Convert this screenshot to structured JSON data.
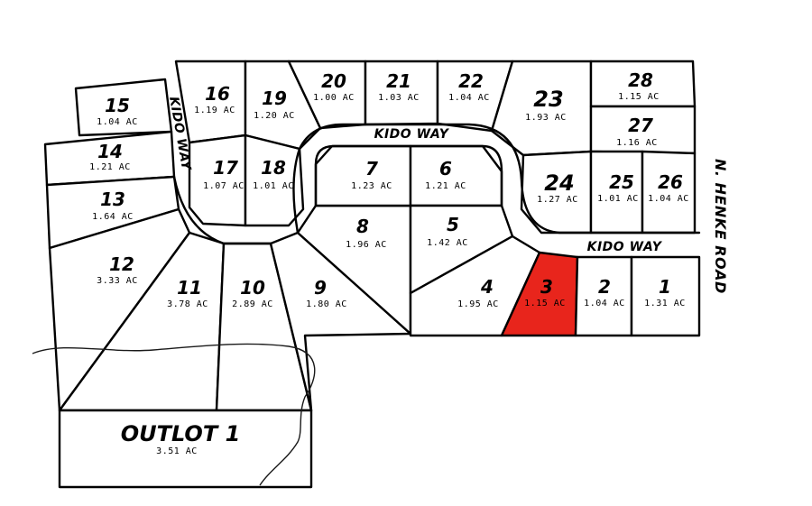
{
  "highlight_color": "#e8251c",
  "streets": {
    "kido_way_top": "KIDO WAY",
    "kido_way_left": "KIDO WAY",
    "kido_way_right": "KIDO WAY",
    "henke_road": "N. HENKE ROAD"
  },
  "lots": [
    {
      "id": "lot-1",
      "number": "1",
      "acres": "1.31 AC",
      "selected": false
    },
    {
      "id": "lot-2",
      "number": "2",
      "acres": "1.04 AC",
      "selected": false
    },
    {
      "id": "lot-3",
      "number": "3",
      "acres": "1.15 AC",
      "selected": true
    },
    {
      "id": "lot-4",
      "number": "4",
      "acres": "1.95 AC",
      "selected": false
    },
    {
      "id": "lot-5",
      "number": "5",
      "acres": "1.42 AC",
      "selected": false
    },
    {
      "id": "lot-6",
      "number": "6",
      "acres": "1.21 AC",
      "selected": false
    },
    {
      "id": "lot-7",
      "number": "7",
      "acres": "1.23 AC",
      "selected": false
    },
    {
      "id": "lot-8",
      "number": "8",
      "acres": "1.96 AC",
      "selected": false
    },
    {
      "id": "lot-9",
      "number": "9",
      "acres": "1.80 AC",
      "selected": false
    },
    {
      "id": "lot-10",
      "number": "10",
      "acres": "2.89 AC",
      "selected": false
    },
    {
      "id": "lot-11",
      "number": "11",
      "acres": "3.78 AC",
      "selected": false
    },
    {
      "id": "lot-12",
      "number": "12",
      "acres": "3.33 AC",
      "selected": false
    },
    {
      "id": "lot-13",
      "number": "13",
      "acres": "1.64 AC",
      "selected": false
    },
    {
      "id": "lot-14",
      "number": "14",
      "acres": "1.21 AC",
      "selected": false
    },
    {
      "id": "lot-15",
      "number": "15",
      "acres": "1.04 AC",
      "selected": false
    },
    {
      "id": "lot-16",
      "number": "16",
      "acres": "1.19 AC",
      "selected": false
    },
    {
      "id": "lot-17",
      "number": "17",
      "acres": "1.07 AC",
      "selected": false
    },
    {
      "id": "lot-18",
      "number": "18",
      "acres": "1.01 AC",
      "selected": false
    },
    {
      "id": "lot-19",
      "number": "19",
      "acres": "1.20 AC",
      "selected": false
    },
    {
      "id": "lot-20",
      "number": "20",
      "acres": "1.00 AC",
      "selected": false
    },
    {
      "id": "lot-21",
      "number": "21",
      "acres": "1.03 AC",
      "selected": false
    },
    {
      "id": "lot-22",
      "number": "22",
      "acres": "1.04 AC",
      "selected": false
    },
    {
      "id": "lot-23",
      "number": "23",
      "acres": "1.93 AC",
      "selected": false
    },
    {
      "id": "lot-24",
      "number": "24",
      "acres": "1.27 AC",
      "selected": false
    },
    {
      "id": "lot-25",
      "number": "25",
      "acres": "1.01 AC",
      "selected": false
    },
    {
      "id": "lot-26",
      "number": "26",
      "acres": "1.04 AC",
      "selected": false
    },
    {
      "id": "lot-27",
      "number": "27",
      "acres": "1.16 AC",
      "selected": false
    },
    {
      "id": "lot-28",
      "number": "28",
      "acres": "1.15 AC",
      "selected": false
    },
    {
      "id": "outlot-1",
      "number": "OUTLOT 1",
      "acres": "3.51 AC",
      "selected": false
    }
  ]
}
